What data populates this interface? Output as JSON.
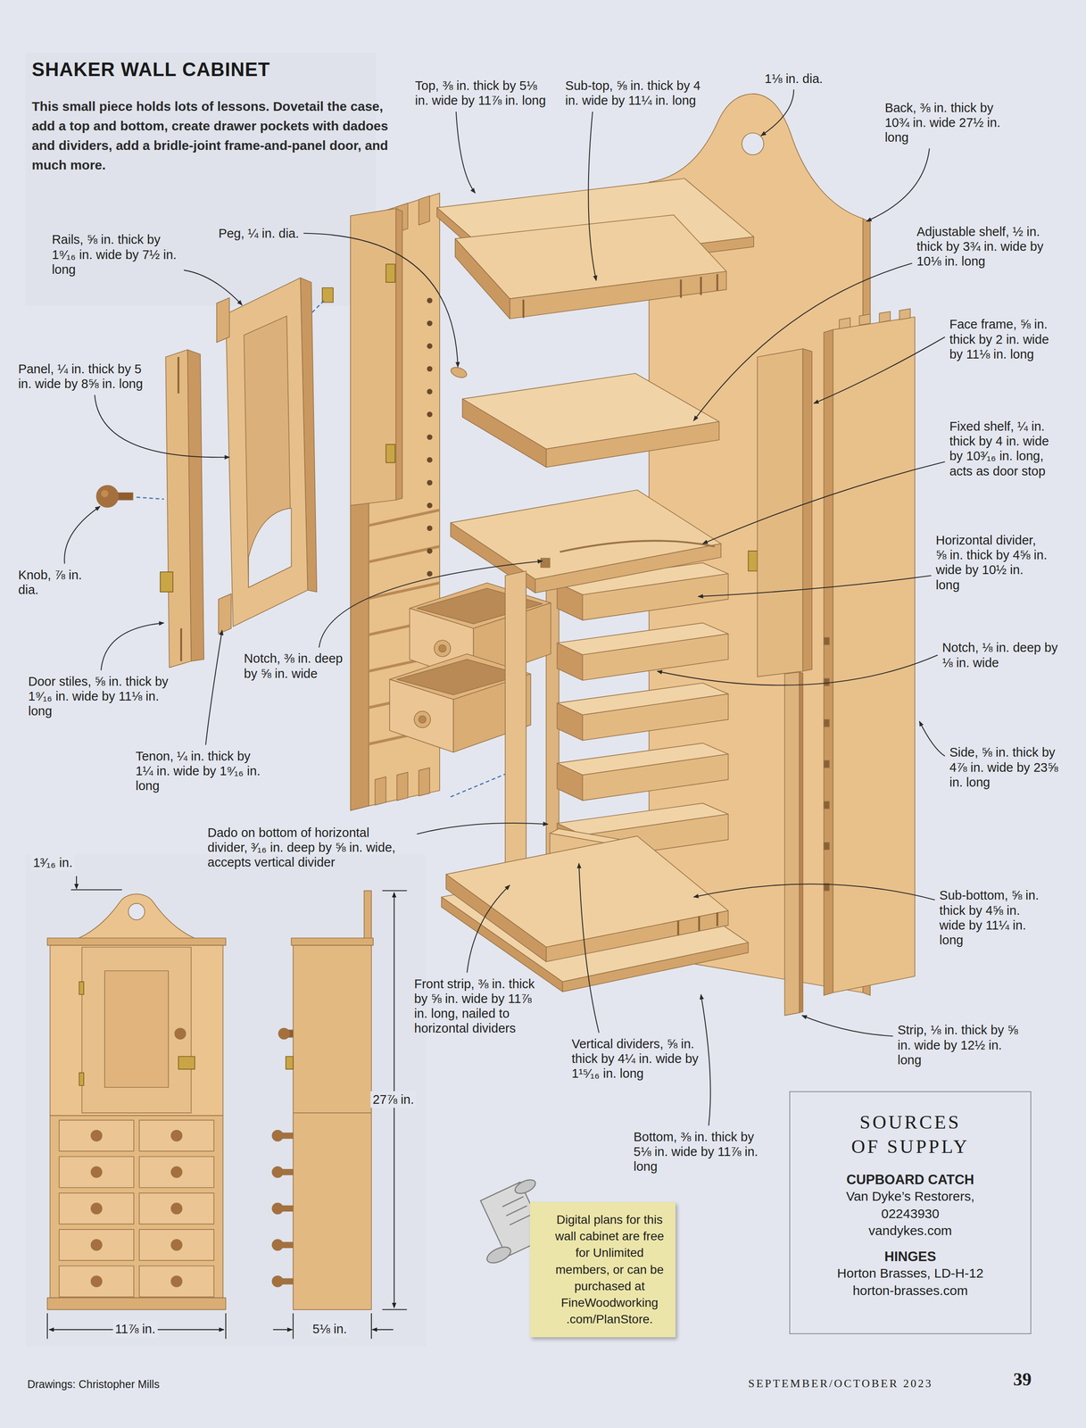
{
  "diagram": {
    "title": "SHAKER WALL CABINET",
    "nodes": [
      {
        "text": [
          "Digital plans for this wall cabinet are free for Unlimited members, or can be purchased at FineWoodworking .com/PlanStore."
        ]
      },
      {
        "text": [
          "SOURCES OF SUPPLY",
          "CUPBOARD CATCH",
          "Van Dyke’s Restorers,",
          "02243930",
          "vandykes.com",
          "HINGES",
          "Horton Brasses, LD-H-12",
          "horton-brasses.com"
        ]
      }
    ],
    "labels": [
      "This small piece holds lots of lessons. Dovetail the case, add a top and bottom, create drawer pockets with dadoes and dividers, add a bridle-joint frame-and-panel door, and much more.",
      "Top, ⅜ in. thick by 5⅛ in. wide by 11⅞ in. long",
      "Sub-top, ⅝ in. thick by 4 in. wide by 11¼ in. long",
      "1⅛ in. dia.",
      "Back, ⅜ in. thick by 10¾ in. wide 27½ in. long",
      "Rails, ⅝ in. thick by 1⁹⁄₁₆ in. wide by 7½ in. long",
      "Peg, ¼ in. dia.",
      "Adjustable shelf, ½ in. thick by 3¾ in. wide by 10⅛ in. long",
      "Face frame, ⅝ in. thick by 2 in. wide by 11⅛ in. long",
      "Panel, ¼ in. thick by 5 in. wide by 8⅝ in. long",
      "Fixed shelf, ¼ in. thick by 4 in. wide by 10³⁄₁₆ in. long, acts as door stop",
      "Horizontal divider, ⅝ in. thick by 4⅝ in. wide by 10½ in. long",
      "Knob, ⅞ in. dia.",
      "Notch, ⅜ in. deep by ⅝ in. wide",
      "Notch, ⅛ in. deep by ⅛ in. wide",
      "Door stiles, ⅝ in. thick by 1⁹⁄₁₆ in. wide by 11⅛ in. long",
      "Tenon, ¼ in. thick by 1¼ in. wide by 1⁹⁄₁₆ in. long",
      "Side, ⅝ in. thick by 4⅞ in. wide by 23⅝ in. long",
      "Dado on bottom of horizontal divider, ³⁄₁₆ in. deep by ⅝ in. wide, accepts vertical divider",
      "1³⁄₁₆ in.",
      "Sub-bottom, ⅝ in. thick by 4⅝ in. wide by 11¼ in. long",
      "Front strip, ⅜ in. thick by ⅝ in. wide by 11⅞ in. long, nailed to horizontal dividers",
      "27⅞ in.",
      "Vertical dividers, ⅝ in. thick by 4¼ in. wide by 1¹⁵⁄₁₆ in. long",
      "Strip, ⅛ in. thick by ⅝ in. wide by 12½ in. long",
      "Bottom, ⅜ in. thick by 5⅛ in. wide by 11⅞ in. long",
      "11⅞ in.",
      "5⅛ in.",
      "Drawings: Christopher Mills",
      "SEPTEMBER/OCTOBER 2023",
      "39"
    ]
  }
}
